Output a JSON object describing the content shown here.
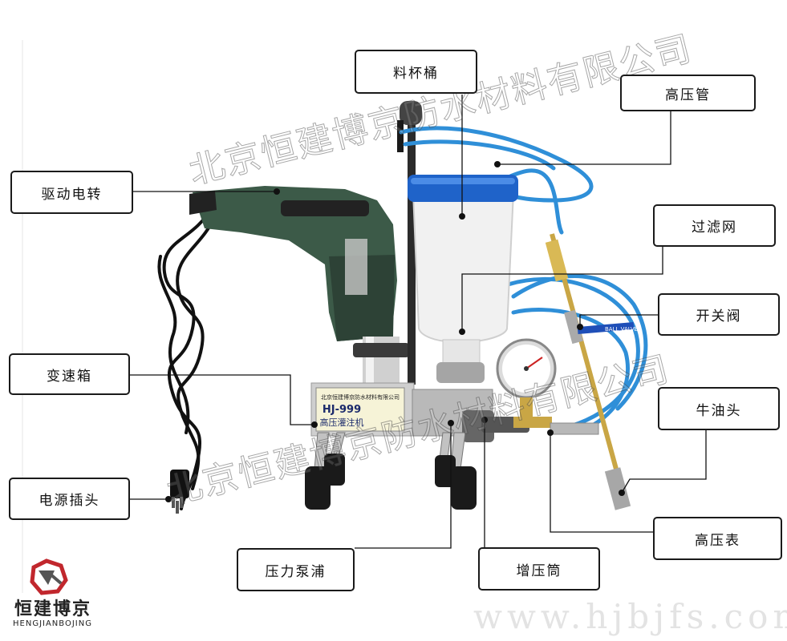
{
  "labels": {
    "cup": "料杯桶",
    "hose": "高压管",
    "motor": "驱动电转",
    "filter": "过滤网",
    "valve": "开关阀",
    "gearbox": "变速箱",
    "nozzle": "牛油头",
    "plug": "电源插头",
    "gauge": "高压表",
    "pump": "压力泵浦",
    "booster": "增压筒"
  },
  "watermark": {
    "top": "北京恒建博京防水材料有限公司",
    "bottom": "北京恒建博京防水材料有限公司"
  },
  "machine": {
    "plate_company": "北京恒建博京防水材料有限公司",
    "model": "HJ-999",
    "name": "高压灌注机",
    "valve_tag": "BALL VALVES"
  },
  "site_url": "www.hjbjfs.com",
  "logo": {
    "name": "恒建博京",
    "pinyin": "HENGJIANBOJING"
  },
  "colors": {
    "hose": "#2f8fd8",
    "cup_lid": "#1f63c9",
    "drill": "#3c5a48",
    "brass": "#c9a645"
  }
}
